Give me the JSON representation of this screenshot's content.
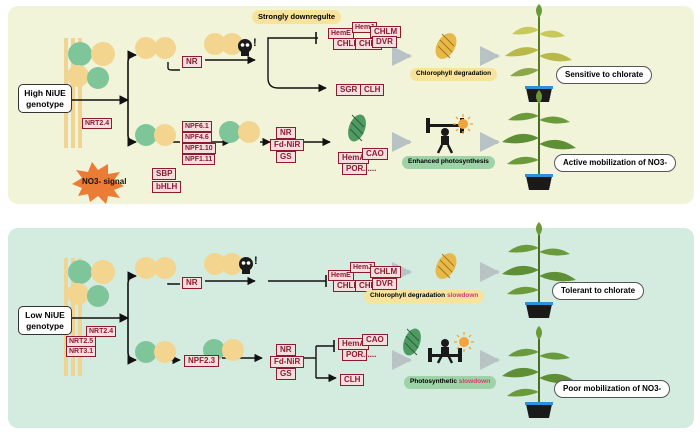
{
  "high": {
    "genotype": "High NiUE genotype",
    "transporter": "NRT2.4",
    "signal": "NO3- signal",
    "tf1": "SBP",
    "tf2": "bHLH",
    "top": {
      "banner": "Strongly downregulte",
      "nr": "NR",
      "genes": [
        "HemE",
        "HemJ",
        "CHLM",
        "CHLD",
        "CHLI",
        "DVR"
      ],
      "sgr": "SGR",
      "clh": "CLH",
      "process": "Chlorophyll degradation",
      "outcome": "Sensitive to chlorate"
    },
    "bottom": {
      "npf": [
        "NPF6.1",
        "NPF4.6",
        "NPF1.10",
        "NPF1.11"
      ],
      "assim": [
        "NR",
        "Fd-NiR",
        "GS"
      ],
      "genes": [
        "HemA",
        "CAO",
        "POR",
        "......"
      ],
      "process": "Enhanced photosynthesis",
      "outcome": "Active mobilization of  NO3-"
    }
  },
  "low": {
    "genotype": "Low NiUE genotype",
    "transporters": [
      "NRT2.4",
      "NRT2.5",
      "NRT3.1"
    ],
    "top": {
      "nr": "NR",
      "genes": [
        "HemE",
        "HemJ",
        "CHLM",
        "CHLD",
        "CHLI",
        "DVR"
      ],
      "process": "Chlorophyll degradation",
      "process_highlight": "slowdown",
      "outcome": "Tolerant to chlorate"
    },
    "bottom": {
      "npf": "NPF2.3",
      "assim": [
        "NR",
        "Fd-NiR",
        "GS"
      ],
      "genes": [
        "HemA",
        "CAO",
        "POR",
        "......"
      ],
      "clh": "CLH",
      "process": "Photosynthetic",
      "process_highlight": "slowdown",
      "outcome": "Poor mobilization of NO3-"
    }
  },
  "colors": {
    "panel_high": "#f1f4d8",
    "panel_low": "#d4ebe0",
    "gene_text": "#8a1c2c",
    "gene_fill": "#f6dde0",
    "highlight": "#d23c6e",
    "leaf": "#6a9a3a",
    "leaf_yellow": "#c9c85a",
    "cell_green": "#7fc59a",
    "cell_yellow": "#f3d58f"
  }
}
